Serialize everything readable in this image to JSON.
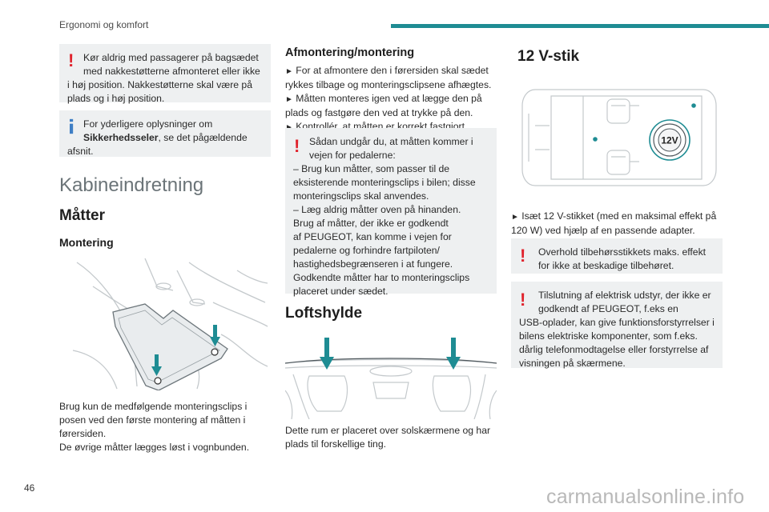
{
  "header": {
    "section_title": "Ergonomi og komfort",
    "accent_color": "#1e8c93"
  },
  "page_number": "46",
  "watermark": "carmanualsonline.info",
  "col1": {
    "warning1": {
      "first": "Kør aldrig med passagerer på bagsædet med nakkestøtterne afmonteret eller ikke",
      "rest": "i høj position. Nakkestøtterne skal være på plads og i høj position."
    },
    "info1": {
      "first_a": "For yderligere oplysninger om",
      "first_bold": "Sikkerhedsseler",
      "first_b": ", se det pågældende",
      "rest": "afsnit."
    },
    "h1": "Kabineindretning",
    "h2": "Måtter",
    "h3": "Montering",
    "body": [
      "Brug kun de medfølgende monteringsclips i",
      "posen ved den første montering af måtten i",
      "førersiden.",
      "De øvrige måtter lægges løst i vognbunden."
    ]
  },
  "col2": {
    "h3": "Afmontering/montering",
    "steps": [
      {
        "lines": [
          "For at afmontere den i førersiden skal sædet",
          "rykkes tilbage og monteringsclipsene afhægtes."
        ]
      },
      {
        "lines": [
          "Måtten monteres igen ved at lægge den på",
          "plads og fastgøre den ved at trykke på den."
        ]
      },
      {
        "lines": [
          "Kontrollér, at måtten er korrekt fastgjort."
        ]
      }
    ],
    "step_marker": "►",
    "warning": {
      "first": [
        "Sådan undgår du, at måtten kommer i",
        "vejen for pedalerne:"
      ],
      "rest": [
        "– Brug kun måtter, som passer til de",
        "eksisterende monteringsclips i bilen; disse",
        "monteringsclips skal anvendes.",
        "– Læg aldrig måtter oven på hinanden.",
        "Brug af måtter, der ikke er godkendt",
        "af PEUGEOT, kan komme i vejen for",
        "pedalerne og forhindre fartpiloten/",
        "hastighedsbegrænseren i at fungere.",
        "Godkendte måtter har to monteringsclips",
        "placeret under sædet."
      ]
    },
    "h2": "Loftshylde",
    "body": [
      "Dette rum er placeret over solskærmene og har",
      "plads til forskellige ting."
    ]
  },
  "col3": {
    "h2": "12 V-stik",
    "socket_label": "12V",
    "step": [
      "Isæt 12 V-stikket (med en maksimal effekt på",
      "120 W) ved hjælp af en passende adapter."
    ],
    "warning1": [
      "Overhold tilbehørsstikkets maks. effekt",
      "for ikke at beskadige tilbehøret."
    ],
    "warning2": {
      "first": [
        "Tilslutning af elektrisk udstyr, der ikke er",
        "godkendt af PEUGEOT, f.eks en"
      ],
      "rest": [
        "USB-oplader, kan give funktionsforstyrrelser i",
        "bilens elektriske komponenter, som f.eks.",
        "dårlig telefonmodtagelse eller forstyrrelse af",
        "visningen på skærmene."
      ]
    }
  },
  "icons": {
    "warning": "exclamation-icon",
    "info": "info-i-icon",
    "arrow": "teal-down-arrow-icon"
  },
  "colors": {
    "warning": "#e0232d",
    "info": "#3f7fc5",
    "box_bg": "#eef0f1",
    "teal": "#1e8c93"
  }
}
